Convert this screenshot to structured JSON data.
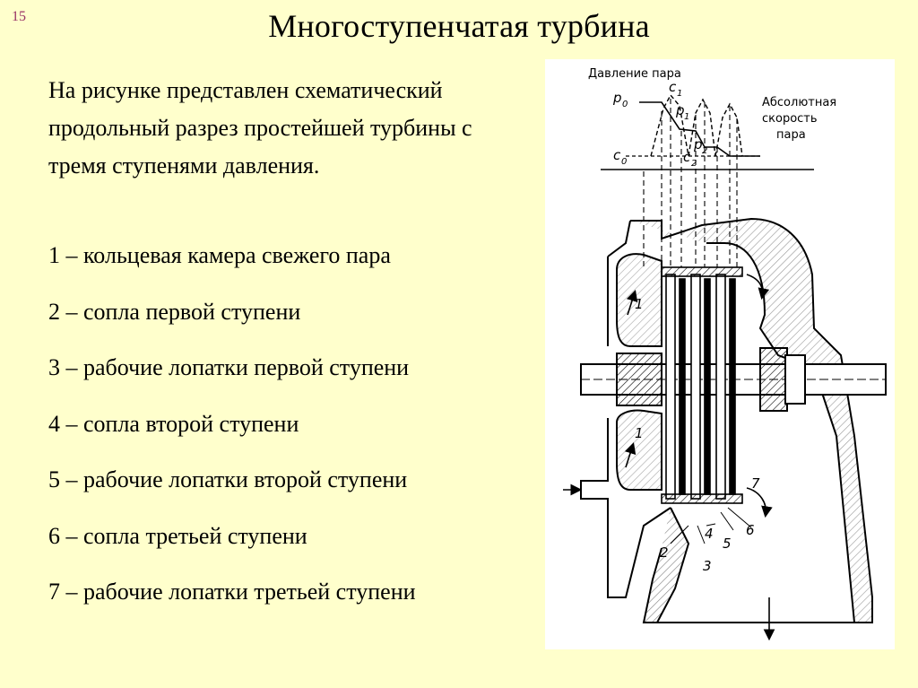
{
  "slide": {
    "number": "15",
    "title": "Многоступенчатая турбина"
  },
  "intro": "На рисунке представлен схематический продольный разрез простейшей турбины с тремя ступенями давления.",
  "legend": [
    "1 – кольцевая камера свежего пара",
    "2 – сопла первой ступени",
    "3 – рабочие лопатки первой ступени",
    "4 – сопла второй ступени",
    "5 – рабочие лопатки второй ступени",
    "6 – сопла третьей ступени",
    "7 – рабочие лопатки третьей ступени"
  ],
  "figure": {
    "pressure_label": "Давление пара",
    "velocity_label_1": "Абсолютная",
    "velocity_label_2": "скорость",
    "velocity_label_3": "пара",
    "p0": "p",
    "p0_sub": "0",
    "p1": "p",
    "p1_sub": "1",
    "p2": "p",
    "p2_sub": "2",
    "c0": "c",
    "c0_sub": "0",
    "c1": "c",
    "c1_sub": "1",
    "c2": "c",
    "c2_sub": "2",
    "callouts": [
      "1",
      "1",
      "2",
      "3",
      "4",
      "5",
      "6",
      "7"
    ]
  }
}
